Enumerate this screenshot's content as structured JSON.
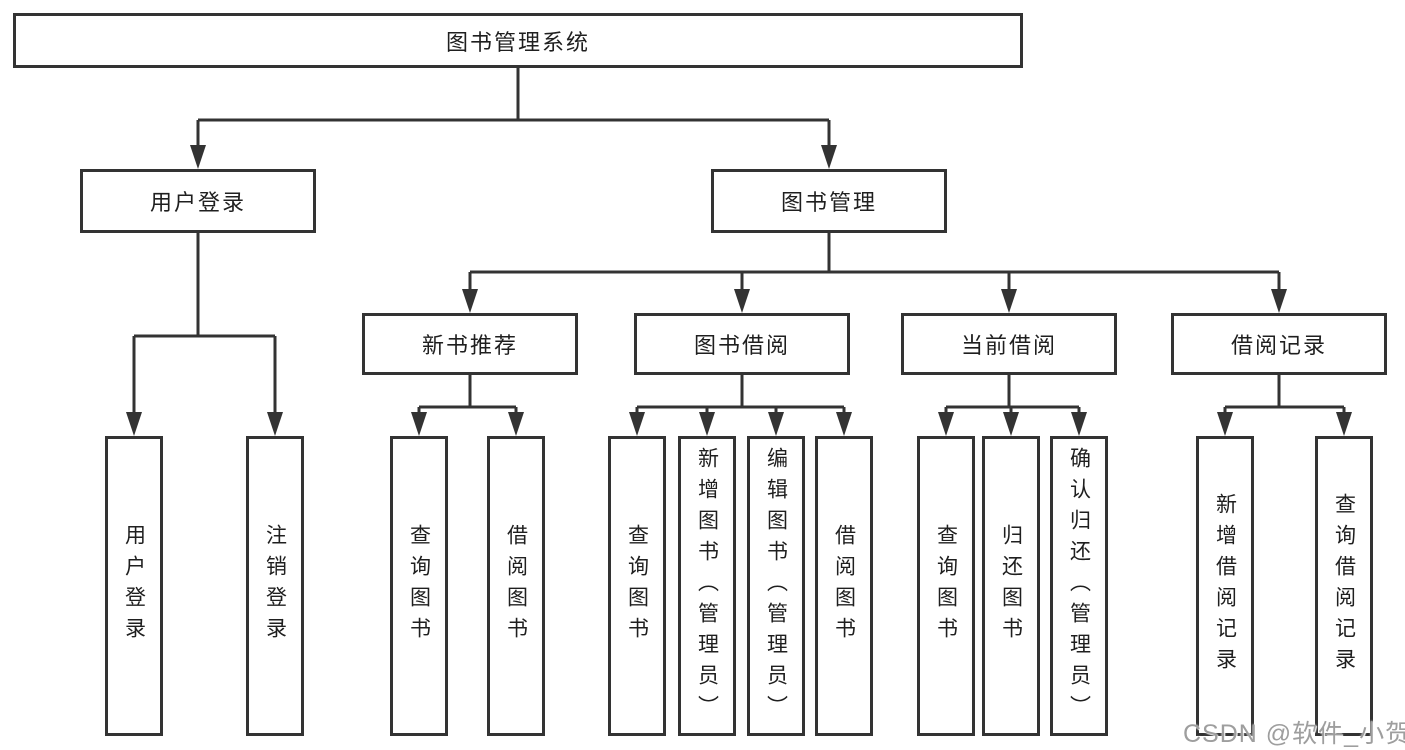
{
  "tree": {
    "root": {
      "label": "图书管理系统"
    },
    "branches": [
      {
        "label": "用户登录",
        "children": [
          {
            "label": "用户登录"
          },
          {
            "label": "注销登录"
          }
        ]
      },
      {
        "label": "图书管理",
        "groups": [
          {
            "label": "新书推荐",
            "children": [
              {
                "label": "查询图书"
              },
              {
                "label": "借阅图书"
              }
            ]
          },
          {
            "label": "图书借阅",
            "children": [
              {
                "label": "查询图书"
              },
              {
                "label": "新增图书（管理员）"
              },
              {
                "label": "编辑图书（管理员）"
              },
              {
                "label": "借阅图书"
              }
            ]
          },
          {
            "label": "当前借阅",
            "children": [
              {
                "label": "查询图书"
              },
              {
                "label": "归还图书"
              },
              {
                "label": "确认归还（管理员）"
              }
            ]
          },
          {
            "label": "借阅记录",
            "children": [
              {
                "label": "新增借阅记录"
              },
              {
                "label": "查询借阅记录"
              }
            ]
          }
        ]
      }
    ]
  },
  "watermark": "CSDN @软件_小贺同学",
  "colors": {
    "line": "#333333",
    "border": "#333333",
    "text": "#1f1f1f",
    "watermark": "#9e9e9e",
    "background": "#ffffff"
  }
}
